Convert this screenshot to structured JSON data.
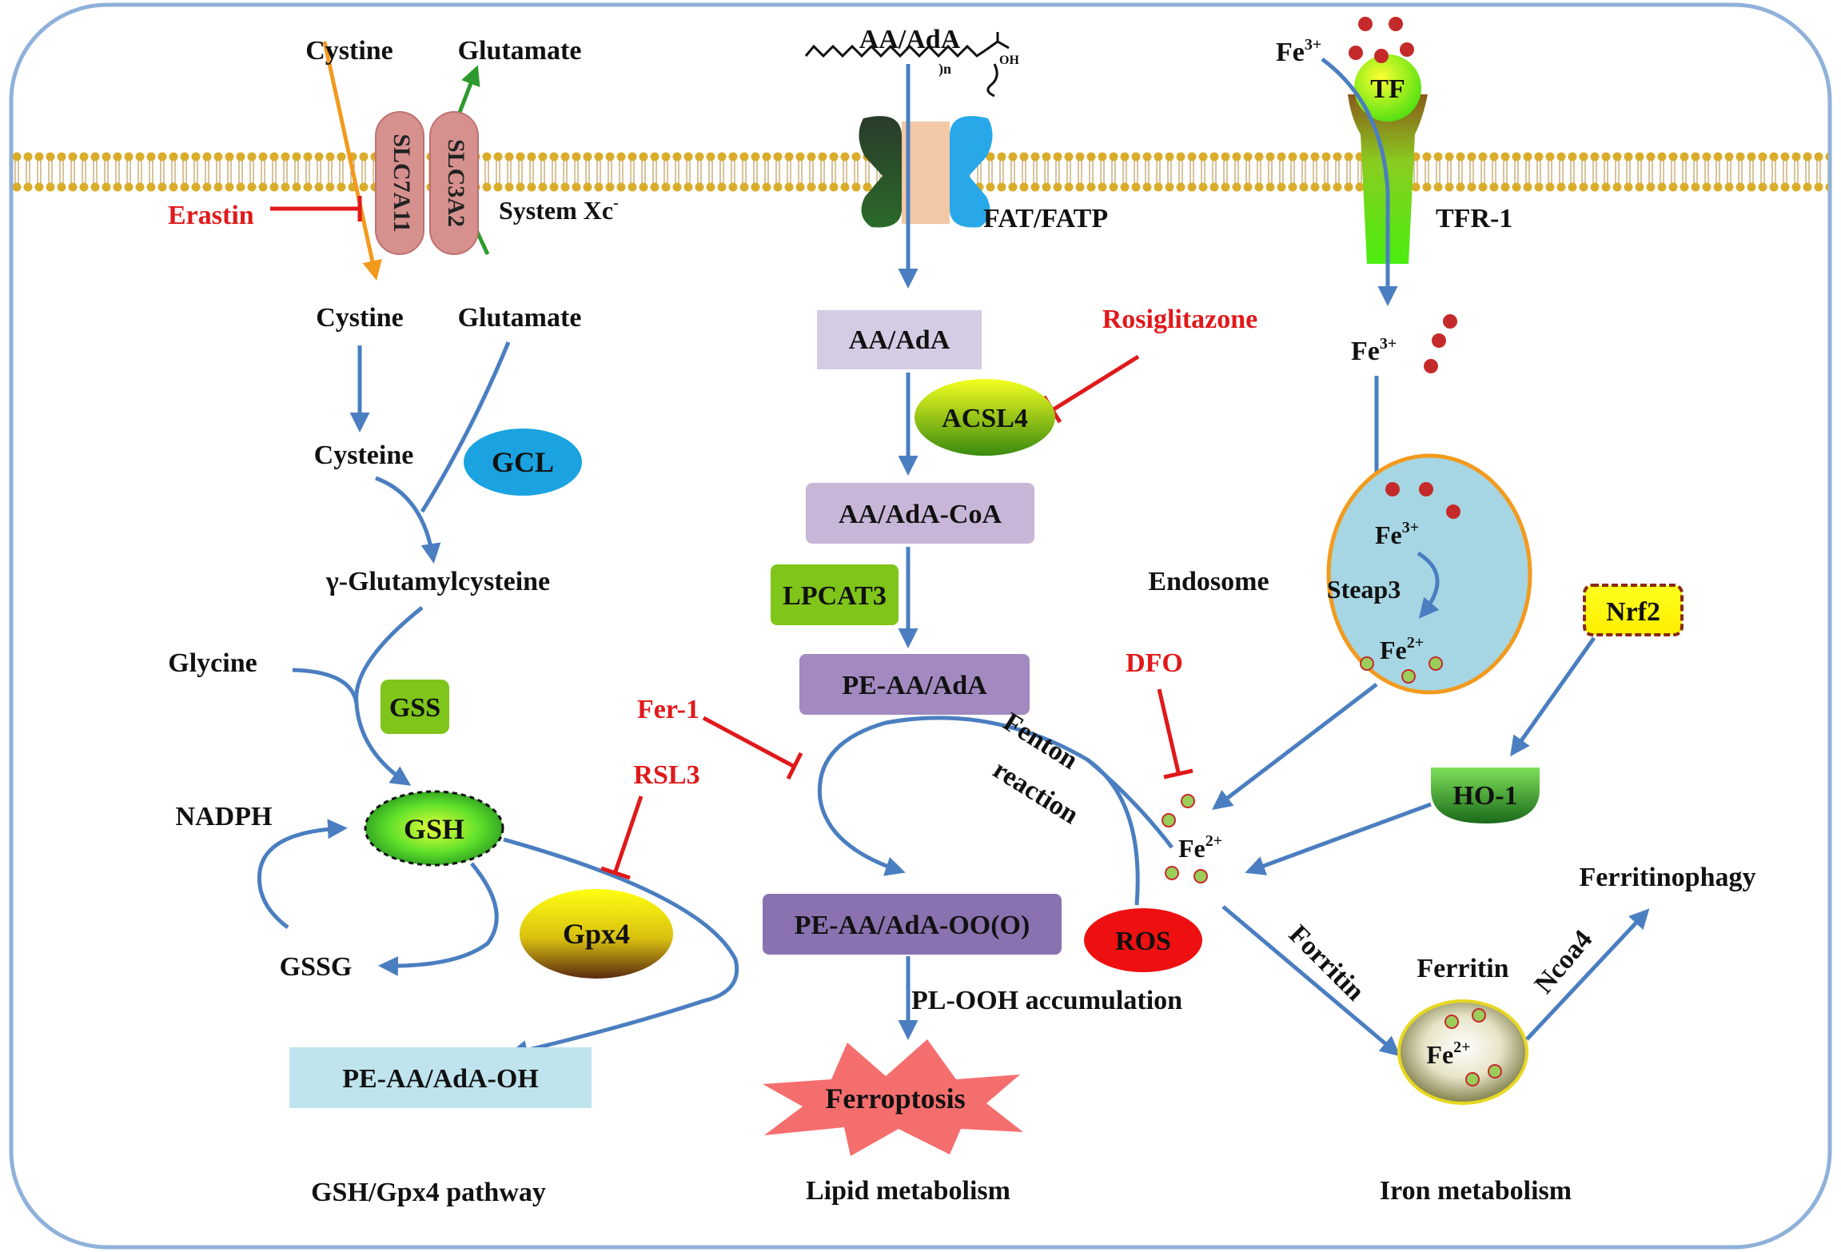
{
  "diagram": {
    "sections": {
      "gsh": "GSH/Gpx4 pathway",
      "lipid": "Lipid metabolism",
      "iron": "Iron metabolism"
    },
    "transporter": {
      "cystine_out": "Cystine",
      "glutamate_out": "Glutamate",
      "cystine_in": "Cystine",
      "glutamate_in": "Glutamate",
      "slc7a11": "SLC7A11",
      "slc3a2": "SLC3A2",
      "system_xc": "System Xc",
      "system_xc_sup": "-",
      "erastin": "Erastin"
    },
    "gsh_pathway": {
      "cysteine": "Cysteine",
      "gcl": "GCL",
      "glutamylcysteine": "γ-Glutamylcysteine",
      "glycine": "Glycine",
      "gss": "GSS",
      "gsh": "GSH",
      "nadph": "NADPH",
      "gssg": "GSSG",
      "rsl3": "RSL3",
      "gpx4": "Gpx4",
      "pe_oh": "PE-AA/AdA-OH"
    },
    "lipid_pathway": {
      "aa_top": "AA/AdA",
      "fat": "FAT/FATP",
      "aa": "AA/AdA",
      "rosiglitazone": "Rosiglitazone",
      "acsl4": "ACSL4",
      "coa": "AA/AdA-CoA",
      "lpcat3": "LPCAT3",
      "pe": "PE-AA/AdA",
      "fer1": "Fer-1",
      "fenton": "Fenton",
      "reaction": "reaction",
      "pe_oo": "PE-AA/AdA-OO(O)",
      "ros": "ROS",
      "ploh": "PL-OOH accumulation",
      "ferroptosis": "Ferroptosis"
    },
    "iron_pathway": {
      "fe3_top": "Fe",
      "tf": "TF",
      "tfr1": "TFR-1",
      "fe3_mid": "Fe",
      "endosome": "Endosome",
      "fe3_endo": "Fe",
      "steap3": "Steap3",
      "fe2_endo": "Fe",
      "nrf2": "Nrf2",
      "dfo": "DFO",
      "ho1": "HO-1",
      "fe2_pool": "Fe",
      "ferritinophagy": "Ferritinophagy",
      "ferritin_label": "Ferritin",
      "ncoa4": "Ncoa4",
      "forritin": "Forritin",
      "fe2_ferritin": "Fe",
      "sup3": "3+",
      "sup2": "2+"
    },
    "colors": {
      "arrow": "#4a7ec0",
      "inhibitor": "#e0191b",
      "membrane": "#d7aa2c",
      "frame": "#8fb1da",
      "iron_dot": "#c52a2a"
    }
  }
}
